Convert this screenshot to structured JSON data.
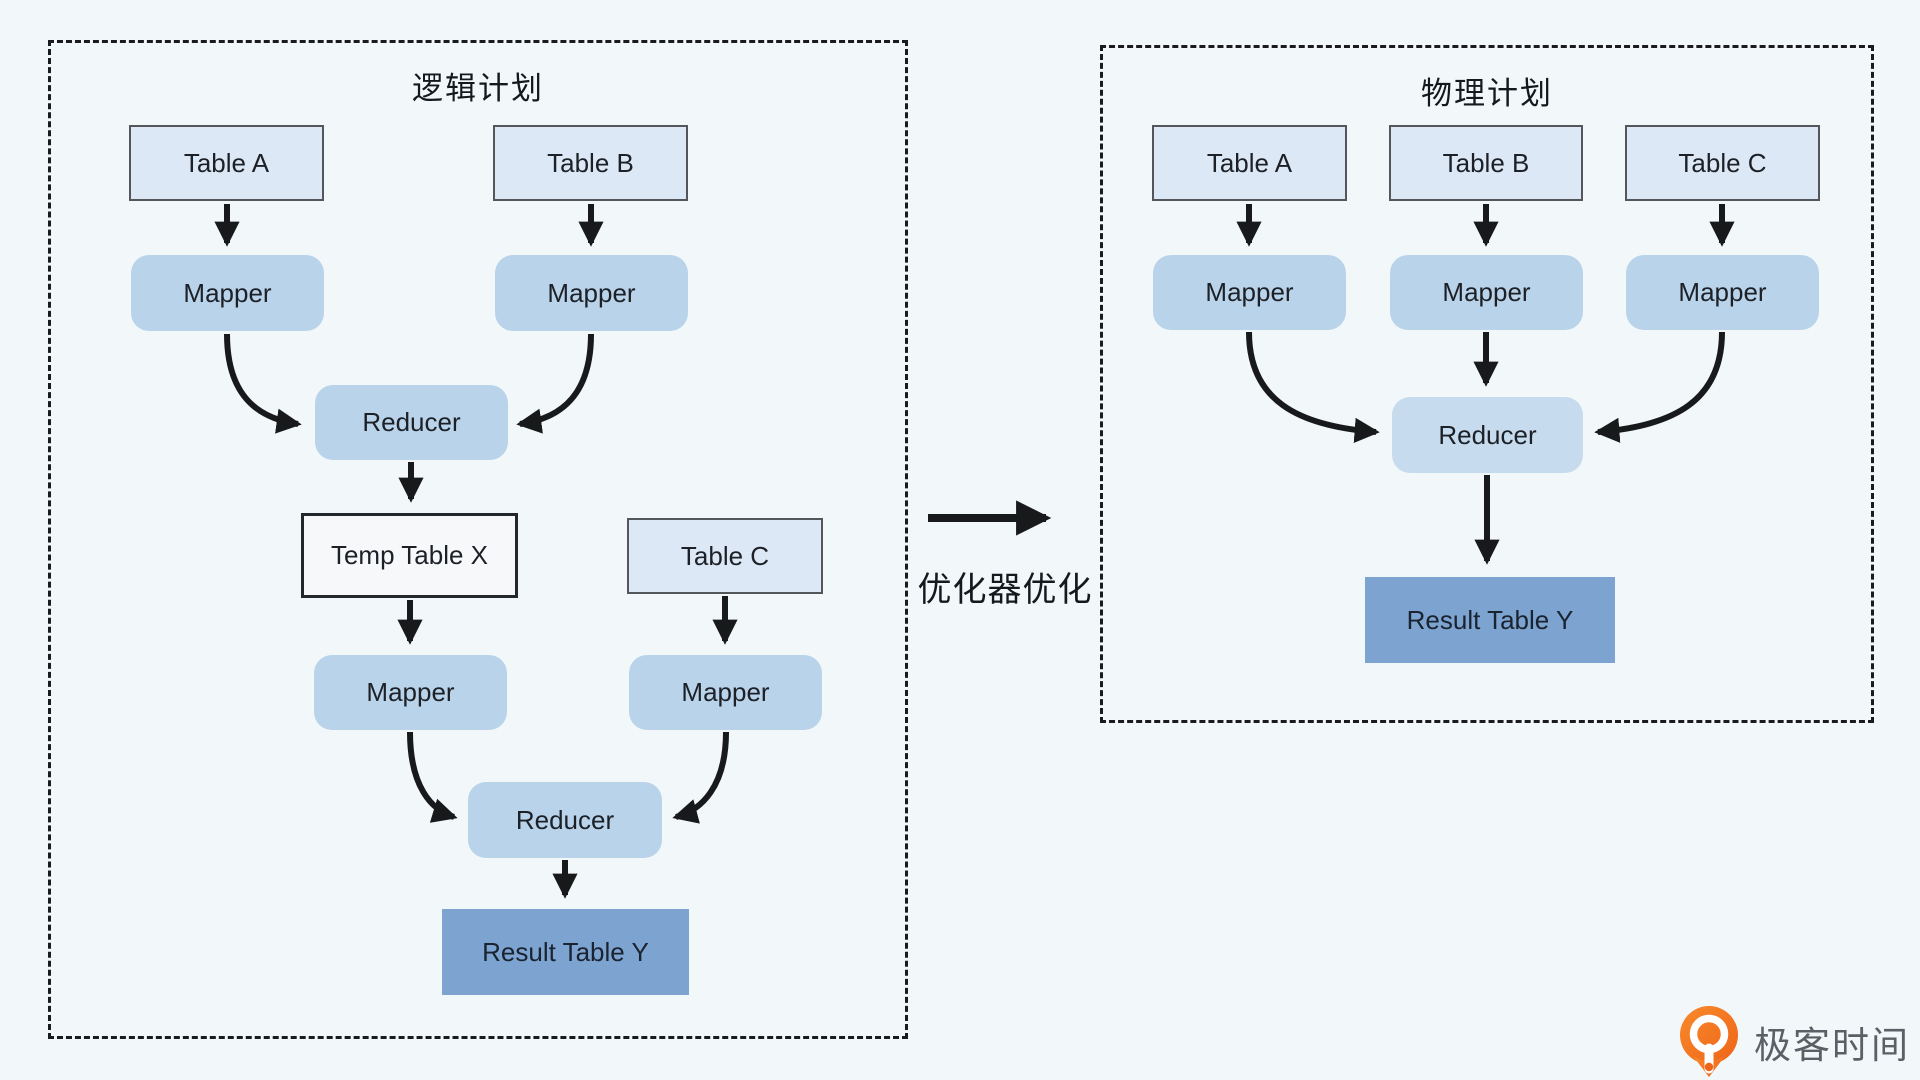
{
  "panels": {
    "logical": {
      "title": "逻辑计划",
      "nodes": {
        "table_a": "Table A",
        "table_b": "Table B",
        "mapper_a": "Mapper",
        "mapper_b": "Mapper",
        "reducer_1": "Reducer",
        "temp_table_x": "Temp Table X",
        "table_c": "Table C",
        "mapper_x": "Mapper",
        "mapper_c": "Mapper",
        "reducer_2": "Reducer",
        "result_table_y": "Result Table Y"
      }
    },
    "physical": {
      "title": "物理计划",
      "nodes": {
        "table_a": "Table A",
        "table_b": "Table B",
        "table_c": "Table C",
        "mapper_a": "Mapper",
        "mapper_b": "Mapper",
        "mapper_c": "Mapper",
        "reducer": "Reducer",
        "result_table_y": "Result Table Y"
      }
    }
  },
  "transform": {
    "label": "优化器优化"
  },
  "watermark": {
    "text": "极客时间"
  },
  "colors": {
    "background": "#f2f7f9",
    "table_fill": "#dce8f5",
    "rounded_fill": "#b9d4ea",
    "temp_fill": "#f6f8fa",
    "result_fill": "#7da3d0",
    "arrow": "#17191b",
    "logo_orange": "#f0731f"
  }
}
